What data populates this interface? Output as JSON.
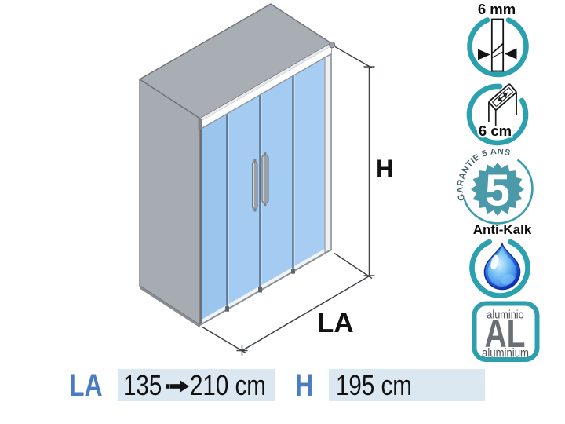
{
  "product_drawing": {
    "description": "isometric-sliding-shower-door-4-panels",
    "dim_height_label": "H",
    "dim_width_label": "LA"
  },
  "badges": {
    "glass_thickness": {
      "label": "6 mm"
    },
    "wall_extension": {
      "label": "6 cm"
    },
    "warranty": {
      "arc_label": "GARANTIE 5 ANS",
      "years": "5"
    },
    "anti_limescale": {
      "label": "Anti-Kalk"
    },
    "material": {
      "top_label": "aluminio",
      "symbol": "AL",
      "bottom_label": "aluminium"
    }
  },
  "spec_bar": {
    "width": {
      "label": "LA",
      "value_from": "135",
      "value_to": "210 cm"
    },
    "height": {
      "label": "H",
      "value": "195 cm"
    }
  },
  "colors": {
    "accent_teal": "#2ba1b0",
    "starburst_teal": "#4b9aa9",
    "label_blue": "#4a7cc3",
    "value_box_bg": "#dbe7f1",
    "glass_blue": "#a6ccf1",
    "wall_grey": "#a8adb4"
  }
}
